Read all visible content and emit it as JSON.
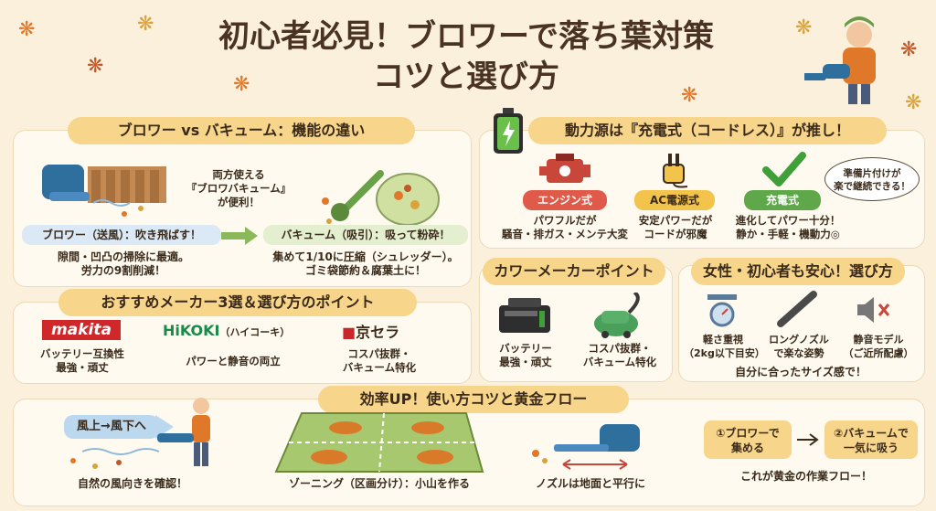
{
  "title": {
    "line1": "初心者必見！ブロワーで落ち葉対策",
    "line2": "コツと選び方"
  },
  "section_compare": {
    "header": "ブロワー vs バキューム：機能の違い",
    "note": "両方使える\n『ブロワバキューム』\nが便利！",
    "blower_label": "ブロワー（送風）：吹き飛ばす！",
    "blower_desc": "隙間・凹凸の掃除に最適。\n労力の9割削減！",
    "vacuum_label": "バキューム（吸引）：吸って粉砕！",
    "vacuum_desc": "集めて1/10に圧縮（シュレッダー）。\nゴミ袋節約＆腐葉土に！"
  },
  "section_power": {
    "header": "動力源は『充電式（コードレス）』が推し！",
    "bubble": "準備片付けが\n楽で継続できる！",
    "items": [
      {
        "tag": "エンジン式",
        "desc": "パワフルだが\n騒音・排ガス・メンテ大変",
        "icon": "engine-icon"
      },
      {
        "tag": "AC電源式",
        "desc": "安定パワーだが\nコードが邪魔",
        "icon": "plug-icon"
      },
      {
        "tag": "充電式",
        "desc": "進化してパワー十分！\n静か・手軽・機動力◎",
        "icon": "check-icon"
      }
    ]
  },
  "section_makers": {
    "header": "おすすめメーカー3選＆選び方のポイント",
    "items": [
      {
        "logo": "makita",
        "desc": "バッテリー互換性\n最強・頑丈"
      },
      {
        "logo": "HiKOKI",
        "sub": "（ハイコーキ）",
        "desc": "パワーと静音の両立"
      },
      {
        "logo": "京セラ",
        "desc": "コスパ抜群・\nバキューム特化"
      }
    ]
  },
  "section_points": {
    "header": "カワーメーカーポイント",
    "items": [
      {
        "desc": "バッテリー\n最強・頑丈"
      },
      {
        "desc": "コスパ抜群・\nバキューム特化"
      }
    ]
  },
  "section_women": {
    "header": "女性・初心者も安心！選び方",
    "items": [
      {
        "desc": "軽さ重視\n（2kg以下目安）",
        "icon": "scale-icon"
      },
      {
        "desc": "ロングノズル\nで楽な姿勢",
        "icon": "nozzle-icon"
      },
      {
        "desc": "静音モデル\n（ご近所配慮）",
        "icon": "mute-icon"
      }
    ],
    "footer": "自分に合ったサイズ感で！"
  },
  "section_usage": {
    "header": "効率UP！使い方コツと黄金フロー",
    "wind_sign": "風上→風下へ",
    "tip1": "自然の風向きを確認！",
    "tip2": "ゾーニング（区画分け）：小山を作る",
    "tip3": "ノズルは地面と平行に",
    "flow1": "①ブロワーで\n集める",
    "flow2": "②バキュームで\n一気に吸う",
    "flow_footer": "これが黄金の作業フロー！"
  },
  "colors": {
    "accent": "#f7d58a",
    "leaf": "#e0782a",
    "background": "#fbf0dc"
  }
}
